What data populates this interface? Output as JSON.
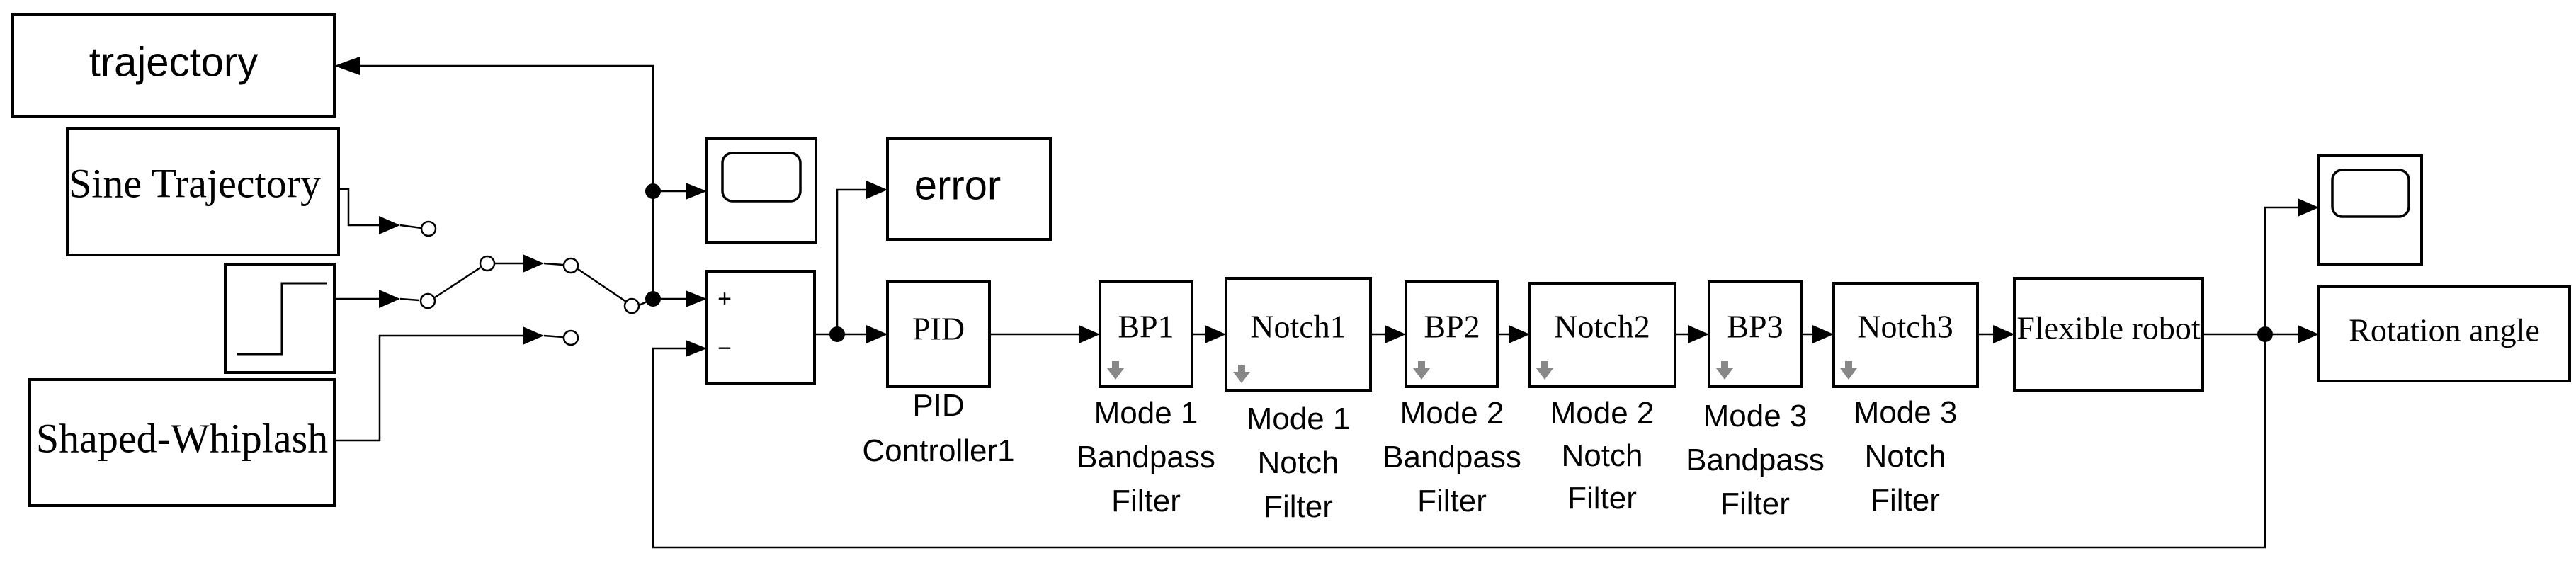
{
  "blocks": {
    "trajectory": "trajectory",
    "sine": "Sine Trajectory",
    "shaped": "Shaped-Whiplash",
    "error": "error",
    "pid": "PID",
    "bp1": "BP1",
    "notch1": "Notch1",
    "bp2": "BP2",
    "notch2": "Notch2",
    "bp3": "BP3",
    "notch3": "Notch3",
    "robot": "Flexible robot",
    "rotation": "Rotation angle"
  },
  "sum": {
    "plus": "+",
    "minus": "−"
  },
  "captions": {
    "pid": [
      "PID",
      "Controller1"
    ],
    "bp1": [
      "Mode 1",
      "Bandpass",
      "Filter"
    ],
    "notch1": [
      "Mode 1",
      "Notch",
      "Filter"
    ],
    "bp2": [
      "Mode 2",
      "Bandpass",
      "Filter"
    ],
    "notch2": [
      "Mode 2",
      "Notch",
      "Filter"
    ],
    "bp3": [
      "Mode 3",
      "Bandpass",
      "Filter"
    ],
    "notch3": [
      "Mode 3",
      "Notch",
      "Filter"
    ]
  },
  "icons": {
    "scope": "scope-icon",
    "step": "step-icon",
    "mask": "mask-arrow-icon"
  }
}
